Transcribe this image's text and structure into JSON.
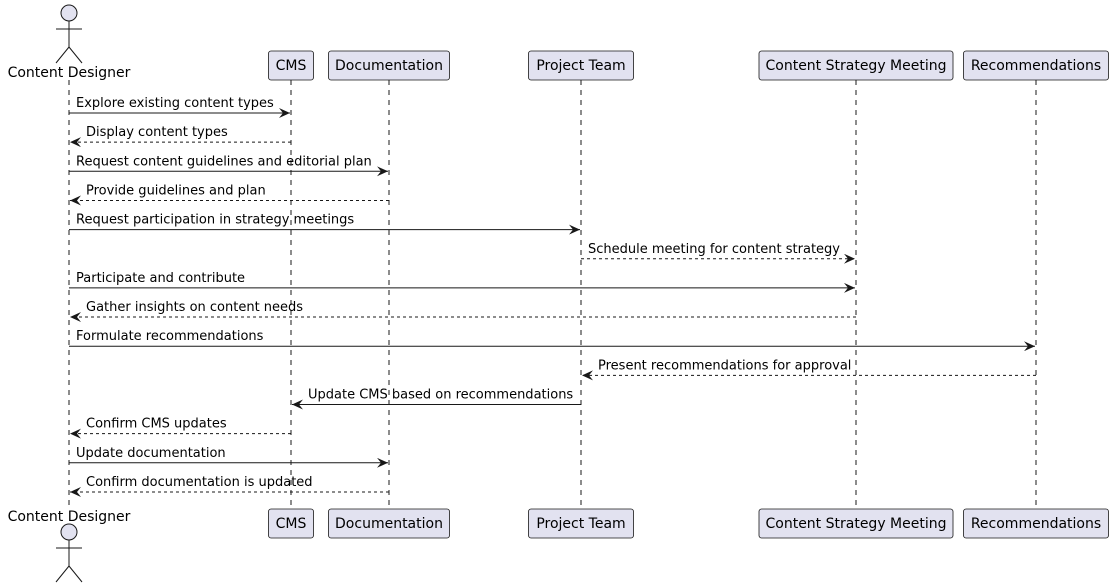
{
  "diagram": {
    "type": "sequence",
    "colors": {
      "participant_fill": "#e2e2f0",
      "participant_stroke": "#181818",
      "lifeline": "#181818",
      "arrow": "#181818",
      "background": "#ffffff"
    },
    "participants": [
      {
        "id": "designer",
        "label": "Content Designer",
        "kind": "actor"
      },
      {
        "id": "cms",
        "label": "CMS",
        "kind": "participant"
      },
      {
        "id": "docs",
        "label": "Documentation",
        "kind": "participant"
      },
      {
        "id": "team",
        "label": "Project Team",
        "kind": "participant"
      },
      {
        "id": "meeting",
        "label": "Content Strategy Meeting",
        "kind": "participant"
      },
      {
        "id": "recs",
        "label": "Recommendations",
        "kind": "participant"
      }
    ],
    "messages": [
      {
        "from": "designer",
        "to": "cms",
        "label": "Explore existing content types",
        "style": "solid"
      },
      {
        "from": "cms",
        "to": "designer",
        "label": "Display content types",
        "style": "dashed"
      },
      {
        "from": "designer",
        "to": "docs",
        "label": "Request content guidelines and editorial plan",
        "style": "solid"
      },
      {
        "from": "docs",
        "to": "designer",
        "label": "Provide guidelines and plan",
        "style": "dashed"
      },
      {
        "from": "designer",
        "to": "team",
        "label": "Request participation in strategy meetings",
        "style": "solid"
      },
      {
        "from": "team",
        "to": "meeting",
        "label": "Schedule meeting for content strategy",
        "style": "dashed"
      },
      {
        "from": "designer",
        "to": "meeting",
        "label": "Participate and contribute",
        "style": "solid"
      },
      {
        "from": "meeting",
        "to": "designer",
        "label": "Gather insights on content needs",
        "style": "dashed"
      },
      {
        "from": "designer",
        "to": "recs",
        "label": "Formulate recommendations",
        "style": "solid"
      },
      {
        "from": "recs",
        "to": "team",
        "label": "Present recommendations for approval",
        "style": "dashed"
      },
      {
        "from": "team",
        "to": "cms",
        "label": "Update CMS based on recommendations",
        "style": "solid"
      },
      {
        "from": "cms",
        "to": "designer",
        "label": "Confirm CMS updates",
        "style": "dashed"
      },
      {
        "from": "designer",
        "to": "docs",
        "label": "Update documentation",
        "style": "solid"
      },
      {
        "from": "docs",
        "to": "designer",
        "label": "Confirm documentation is updated",
        "style": "dashed"
      }
    ]
  }
}
